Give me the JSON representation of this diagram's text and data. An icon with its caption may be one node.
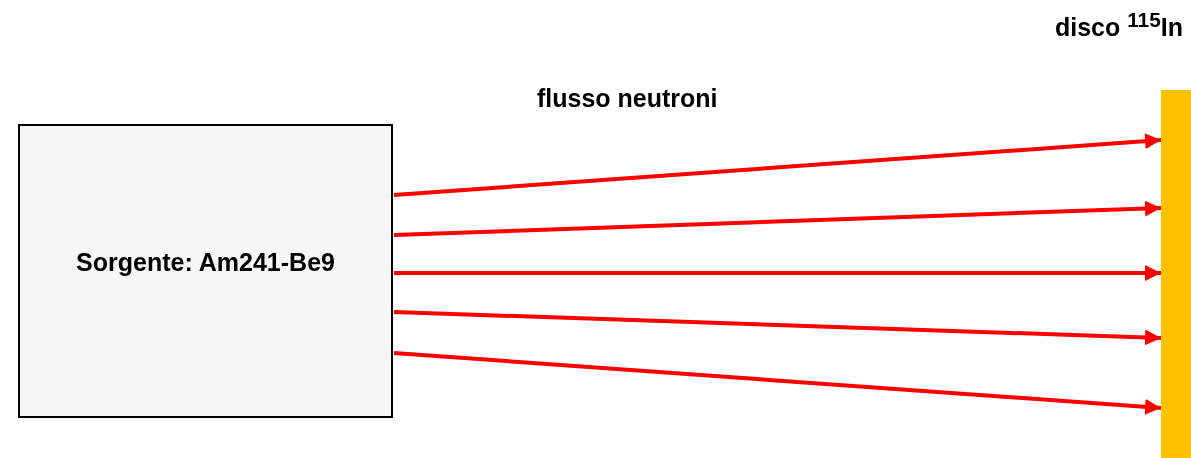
{
  "diagram": {
    "nodes": [
      {
        "text": [
          "Sorgente: Am241-Be9"
        ]
      },
      {
        "text": [
          "disco $^{115}$In"
        ]
      }
    ],
    "edges": [
      {
        "from": 0,
        "to": 1,
        "arrow": "to"
      },
      {
        "from": 0,
        "to": 1,
        "arrow": "to"
      },
      {
        "from": 0,
        "to": 1,
        "arrow": "to"
      },
      {
        "from": 0,
        "to": 1,
        "arrow": "to"
      },
      {
        "from": 0,
        "to": 1,
        "arrow": "to"
      }
    ],
    "labels": [
      "flusso neutroni"
    ]
  }
}
